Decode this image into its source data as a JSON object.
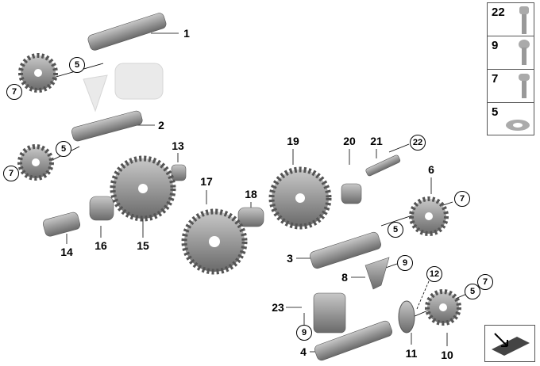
{
  "labels": {
    "l1": "1",
    "l2": "2",
    "l3": "3",
    "l4": "4",
    "l6": "6",
    "l8": "8",
    "l10": "10",
    "l11": "11",
    "l13": "13",
    "l14": "14",
    "l15": "15",
    "l16": "16",
    "l17": "17",
    "l18": "18",
    "l19": "19",
    "l20": "20",
    "l21": "21",
    "l23": "23"
  },
  "circled": {
    "c5a": "5",
    "c7a": "7",
    "c5b": "5",
    "c7b": "7",
    "c22": "22",
    "c7c": "7",
    "c5c": "5",
    "c9a": "9",
    "c12": "12",
    "c5d": "5",
    "c7d": "7",
    "c9b": "9"
  },
  "legend": [
    {
      "num": "22",
      "icon": "long-bolt-icon"
    },
    {
      "num": "9",
      "icon": "button-head-bolt-icon"
    },
    {
      "num": "7",
      "icon": "bolt-icon"
    },
    {
      "num": "5",
      "icon": "washer-icon"
    }
  ],
  "colors": {
    "part": "#9a9a9a",
    "part_dark": "#6e6e6e",
    "line": "#000000"
  }
}
